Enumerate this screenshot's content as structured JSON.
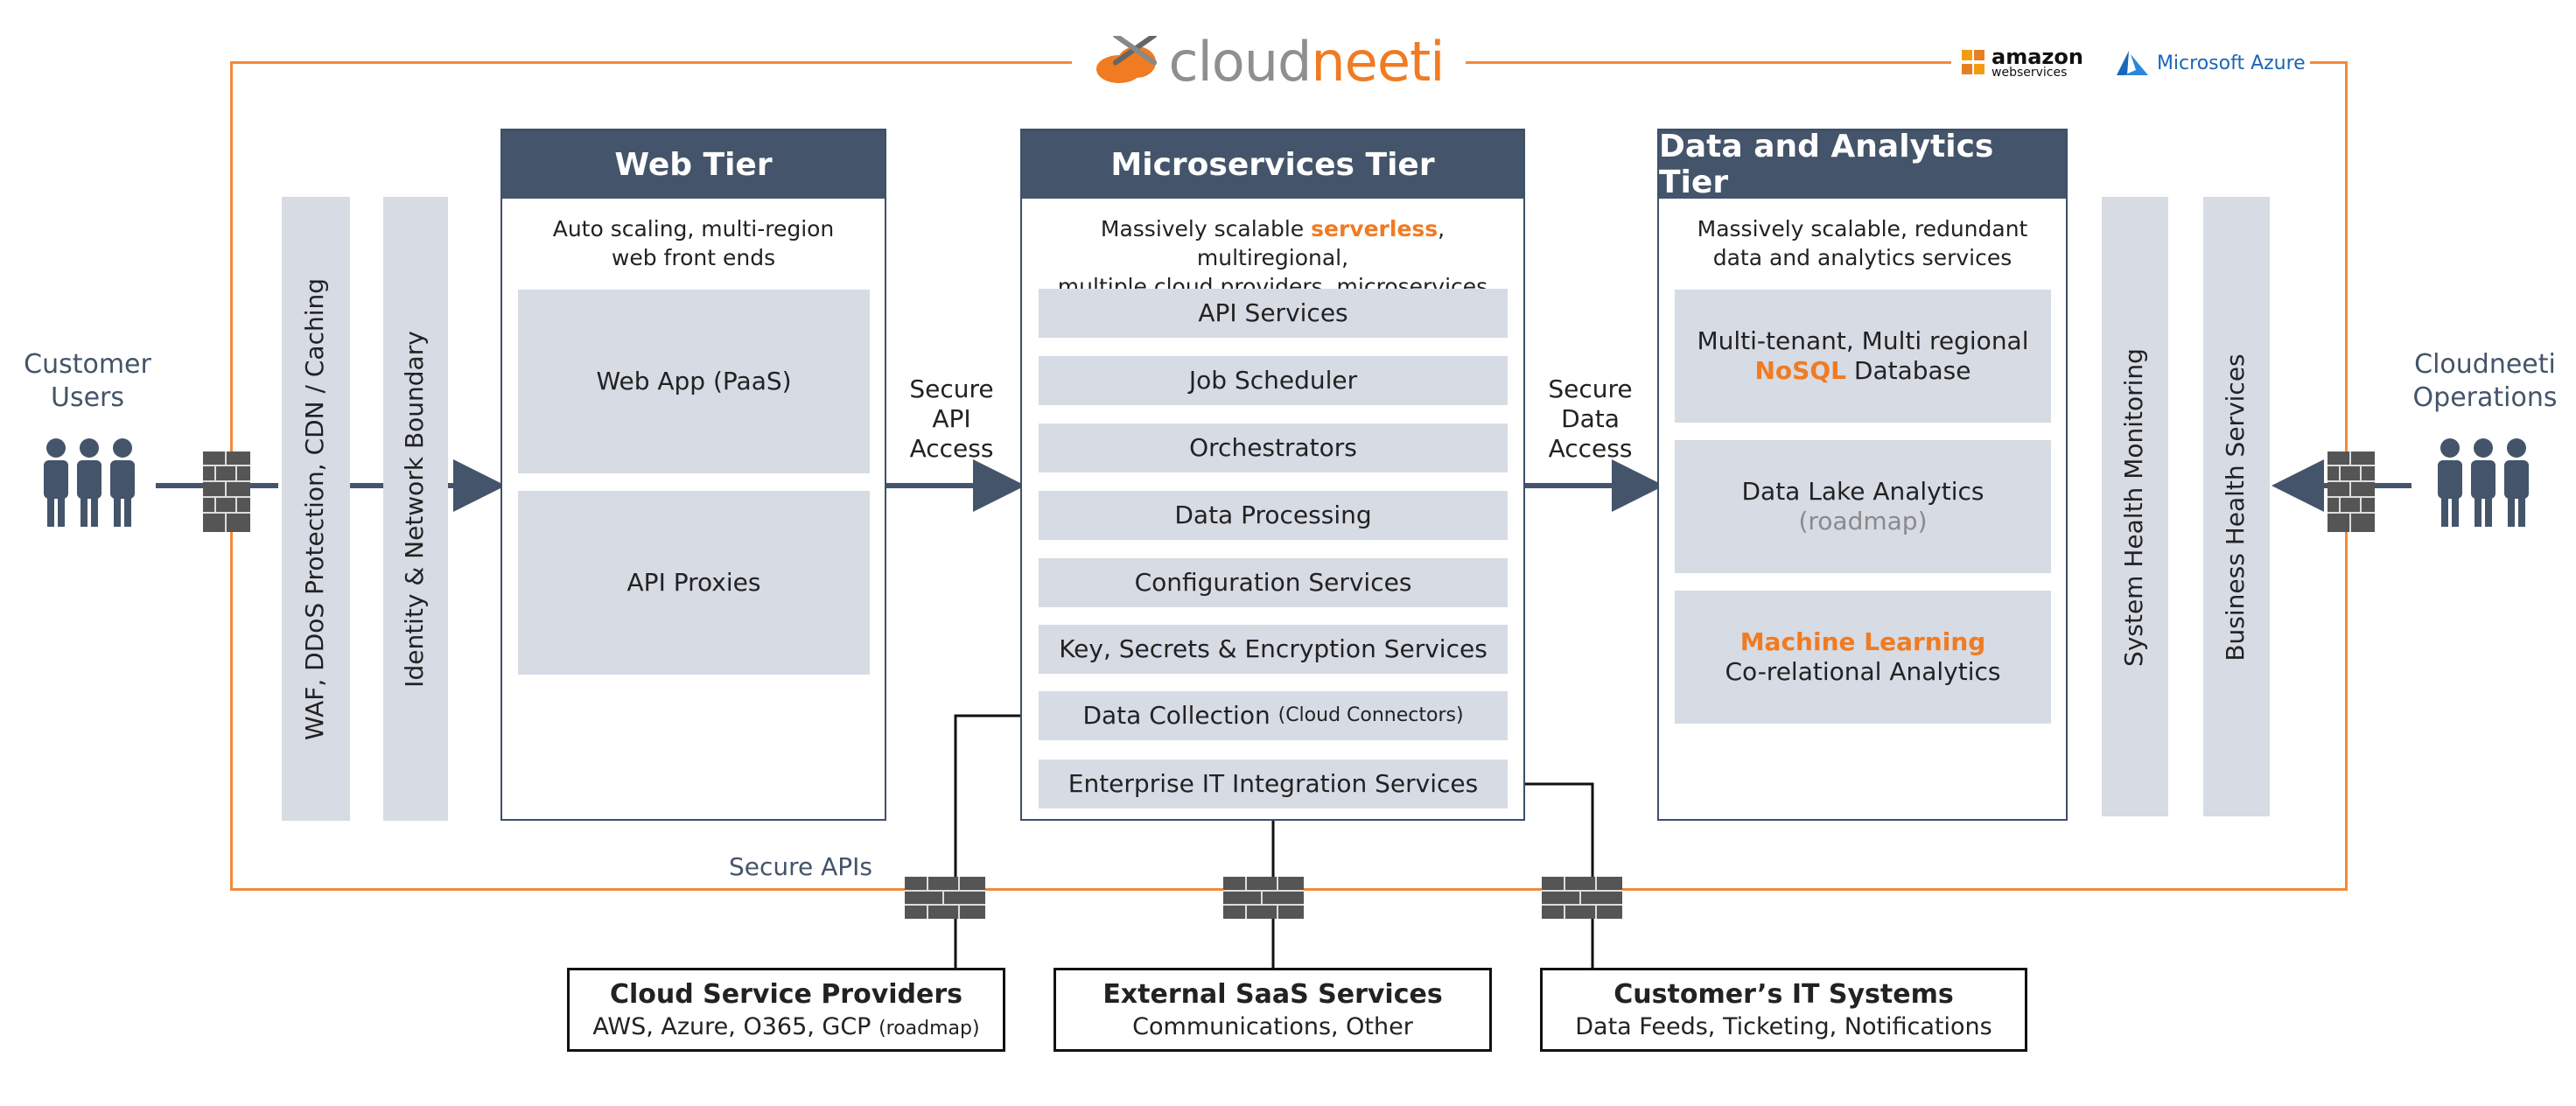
{
  "brand": {
    "part1": "cloud",
    "part2": "neeti"
  },
  "cloud_logos": {
    "aws_line1": "amazon",
    "aws_line2": "webservices",
    "azure": "Microsoft Azure"
  },
  "personas": {
    "left": "Customer Users",
    "right": "Cloudneeti Operations"
  },
  "left_bars": [
    "WAF, DDoS Protection, CDN / Caching",
    "Identity & Network Boundary"
  ],
  "right_bars": [
    "System Health Monitoring",
    "Business Health Services"
  ],
  "web_tier": {
    "title": "Web Tier",
    "desc_line1": "Auto scaling, multi-region",
    "desc_line2": "web front ends",
    "boxes": [
      "Web App (PaaS)",
      "API Proxies"
    ]
  },
  "micro_tier": {
    "title": "Microservices Tier",
    "desc_pre": "Massively scalable ",
    "desc_highlight": "serverless",
    "desc_post": ", multiregional,",
    "desc_line2": "multiple cloud providers, microservices",
    "items": [
      "API Services",
      "Job Scheduler",
      "Orchestrators",
      "Data Processing",
      "Configuration Services",
      "Key, Secrets & Encryption Services"
    ],
    "data_collection": "Data Collection",
    "data_collection_small": "(Cloud Connectors)",
    "enterprise": "Enterprise IT Integration Services"
  },
  "data_tier": {
    "title": "Data and Analytics Tier",
    "desc_line1": "Massively scalable, redundant",
    "desc_line2": "data and analytics services",
    "box1_line1": "Multi-tenant, Multi regional",
    "box1_highlight": "NoSQL",
    "box1_post": " Database",
    "box2_line1": "Data Lake Analytics",
    "box2_line2": "(roadmap)",
    "box3_line1": "Machine Learning",
    "box3_line2": "Co-relational Analytics"
  },
  "connectors": {
    "api": [
      "Secure",
      "API",
      "Access"
    ],
    "data": [
      "Secure",
      "Data",
      "Access"
    ],
    "secure_apis": "Secure APIs"
  },
  "externals": [
    {
      "title": "Cloud Service Providers",
      "sub": "AWS, Azure, O365, GCP",
      "sub_small": "(roadmap)"
    },
    {
      "title": "External SaaS Services",
      "sub": "Communications, Other",
      "sub_small": ""
    },
    {
      "title": "Customer’s IT Systems",
      "sub": "Data Feeds, Ticketing, Notifications",
      "sub_small": ""
    }
  ],
  "colors": {
    "accent": "#f07b22",
    "frame": "#f28a3a",
    "header": "#44546a",
    "box": "#d6dbe4",
    "arrow": "#44546a"
  }
}
